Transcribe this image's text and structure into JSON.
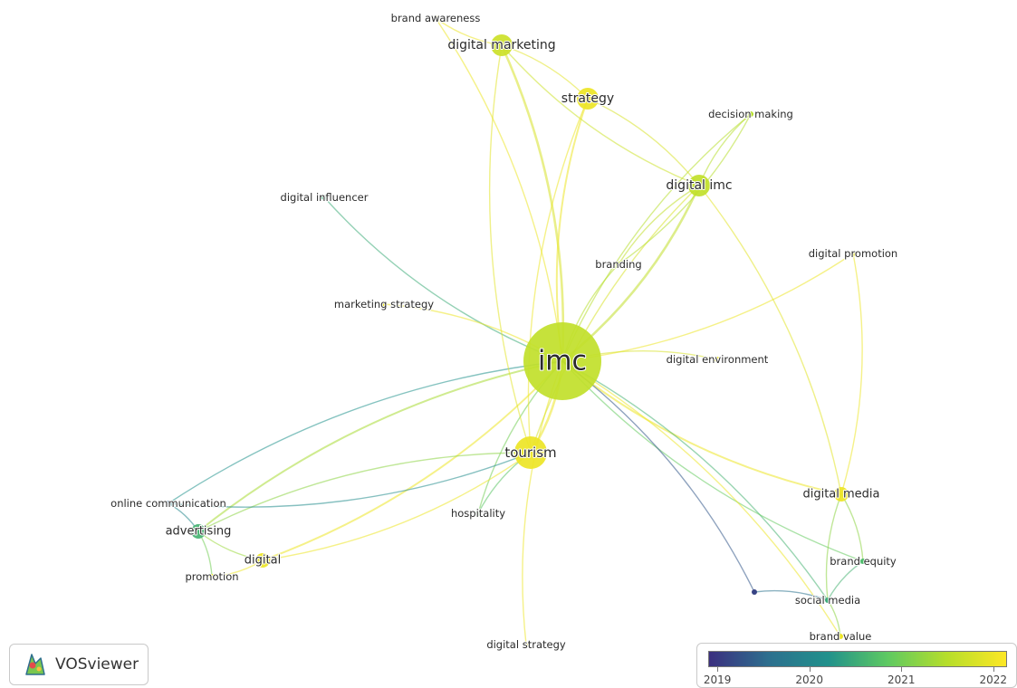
{
  "app": {
    "name": "VOSviewer",
    "logo_icon": "vosviewer-logo-icon"
  },
  "legend": {
    "colormap": [
      "#3b2f7f",
      "#2d6f8e",
      "#21918c",
      "#5ec962",
      "#b6de2b",
      "#fde725"
    ],
    "ticks": [
      {
        "label": "2019",
        "value": 2019
      },
      {
        "label": "2020",
        "value": 2020
      },
      {
        "label": "2021",
        "value": 2021
      },
      {
        "label": "2022",
        "value": 2022
      }
    ],
    "range": [
      2018.9,
      2022.15
    ]
  },
  "nodes": [
    {
      "id": "imc",
      "label": "imc",
      "year": 2021.6,
      "weight": 10,
      "label_side": "center"
    },
    {
      "id": "tourism",
      "label": "tourism",
      "year": 2022.0,
      "weight": 4,
      "label_side": "center"
    },
    {
      "id": "digital-marketing",
      "label": "digital marketing",
      "year": 2021.7,
      "weight": 3,
      "label_side": "center"
    },
    {
      "id": "strategy",
      "label": "strategy",
      "year": 2022.0,
      "weight": 3,
      "label_side": "center"
    },
    {
      "id": "digital-imc",
      "label": "digital imc",
      "year": 2021.6,
      "weight": 3,
      "label_side": "center"
    },
    {
      "id": "decision-making",
      "label": "decision making",
      "year": 2021.5,
      "weight": 1,
      "label_side": "center"
    },
    {
      "id": "brand-awareness",
      "label": "brand awareness",
      "year": 2022.0,
      "weight": 1,
      "label_side": "center"
    },
    {
      "id": "digital-influencer",
      "label": "digital influencer",
      "year": 2020.5,
      "weight": 1,
      "label_side": "center"
    },
    {
      "id": "digital-promotion",
      "label": "digital promotion",
      "year": 2022.0,
      "weight": 1,
      "label_side": "center"
    },
    {
      "id": "branding",
      "label": "branding",
      "year": 2021.5,
      "weight": 1,
      "label_side": "center"
    },
    {
      "id": "marketing-strategy",
      "label": "marketing strategy",
      "year": 2022.0,
      "weight": 1,
      "label_side": "center"
    },
    {
      "id": "digital-environment",
      "label": "digital environment",
      "year": 2022.0,
      "weight": 1,
      "label_side": "center"
    },
    {
      "id": "digital-media",
      "label": "digital media",
      "year": 2022.0,
      "weight": 2,
      "label_side": "center"
    },
    {
      "id": "online-communication",
      "label": "online communication",
      "year": 2019.4,
      "weight": 1,
      "label_side": "center"
    },
    {
      "id": "advertising",
      "label": "advertising",
      "year": 2020.6,
      "weight": 2,
      "label_side": "center"
    },
    {
      "id": "digital",
      "label": "digital",
      "year": 2022.0,
      "weight": 2,
      "label_side": "center"
    },
    {
      "id": "promotion",
      "label": "promotion",
      "year": 2022.0,
      "weight": 1,
      "label_side": "center"
    },
    {
      "id": "hospitality",
      "label": "hospitality",
      "year": 2020.8,
      "weight": 1,
      "label_side": "center"
    },
    {
      "id": "brand-equity",
      "label": "brand equity",
      "year": 2020.7,
      "weight": 1,
      "label_side": "center"
    },
    {
      "id": "social-media",
      "label": "social media",
      "year": 2020.5,
      "weight": 1,
      "label_side": "center"
    },
    {
      "id": "brand-value",
      "label": "brand value",
      "year": 2022.0,
      "weight": 1,
      "label_side": "center"
    },
    {
      "id": "digital-strategy",
      "label": "digital strategy",
      "year": 2022.0,
      "weight": 1,
      "label_side": "center"
    },
    {
      "id": "unlabeled-term",
      "label": "",
      "year": 2019.1,
      "weight": 1,
      "label_side": "center"
    }
  ],
  "links": [
    {
      "source": "imc",
      "target": "digital-marketing",
      "year": 2021.8,
      "strength": 3
    },
    {
      "source": "imc",
      "target": "strategy",
      "year": 2022.0,
      "strength": 2
    },
    {
      "source": "imc",
      "target": "digital-imc",
      "year": 2021.6,
      "strength": 3
    },
    {
      "source": "imc",
      "target": "decision-making",
      "year": 2021.5,
      "strength": 1
    },
    {
      "source": "imc",
      "target": "brand-awareness",
      "year": 2022.0,
      "strength": 1
    },
    {
      "source": "imc",
      "target": "digital-influencer",
      "year": 2020.5,
      "strength": 1
    },
    {
      "source": "imc",
      "target": "digital-promotion",
      "year": 2022.0,
      "strength": 1
    },
    {
      "source": "imc",
      "target": "branding",
      "year": 2021.5,
      "strength": 1
    },
    {
      "source": "imc",
      "target": "marketing-strategy",
      "year": 2022.0,
      "strength": 1
    },
    {
      "source": "imc",
      "target": "digital-environment",
      "year": 2021.8,
      "strength": 1
    },
    {
      "source": "imc",
      "target": "digital-media",
      "year": 2022.0,
      "strength": 2
    },
    {
      "source": "imc",
      "target": "tourism",
      "year": 2022.0,
      "strength": 3
    },
    {
      "source": "imc",
      "target": "advertising",
      "year": 2021.4,
      "strength": 2
    },
    {
      "source": "imc",
      "target": "digital",
      "year": 2022.0,
      "strength": 2
    },
    {
      "source": "imc",
      "target": "online-communication",
      "year": 2020.2,
      "strength": 1
    },
    {
      "source": "imc",
      "target": "social-media",
      "year": 2020.6,
      "strength": 1
    },
    {
      "source": "imc",
      "target": "brand-equity",
      "year": 2020.9,
      "strength": 1
    },
    {
      "source": "imc",
      "target": "brand-value",
      "year": 2022.0,
      "strength": 1
    },
    {
      "source": "imc",
      "target": "digital-strategy",
      "year": 2022.0,
      "strength": 1
    },
    {
      "source": "imc",
      "target": "unlabeled-term",
      "year": 2019.3,
      "strength": 1
    },
    {
      "source": "imc",
      "target": "hospitality",
      "year": 2021.0,
      "strength": 1
    },
    {
      "source": "digital-marketing",
      "target": "strategy",
      "year": 2021.9,
      "strength": 1
    },
    {
      "source": "digital-marketing",
      "target": "digital-imc",
      "year": 2021.7,
      "strength": 1
    },
    {
      "source": "digital-marketing",
      "target": "brand-awareness",
      "year": 2022.0,
      "strength": 1
    },
    {
      "source": "digital-marketing",
      "target": "tourism",
      "year": 2021.9,
      "strength": 1
    },
    {
      "source": "strategy",
      "target": "digital-imc",
      "year": 2021.8,
      "strength": 1
    },
    {
      "source": "strategy",
      "target": "tourism",
      "year": 2022.0,
      "strength": 1
    },
    {
      "source": "digital-imc",
      "target": "decision-making",
      "year": 2021.5,
      "strength": 1
    },
    {
      "source": "digital-imc",
      "target": "branding",
      "year": 2021.6,
      "strength": 1
    },
    {
      "source": "digital-imc",
      "target": "digital-media",
      "year": 2021.9,
      "strength": 1
    },
    {
      "source": "digital-imc",
      "target": "tourism",
      "year": 2021.8,
      "strength": 1
    },
    {
      "source": "decision-making",
      "target": "branding",
      "year": 2021.5,
      "strength": 1
    },
    {
      "source": "tourism",
      "target": "hospitality",
      "year": 2020.8,
      "strength": 1
    },
    {
      "source": "tourism",
      "target": "digital",
      "year": 2022.0,
      "strength": 1
    },
    {
      "source": "tourism",
      "target": "advertising",
      "year": 2021.2,
      "strength": 1
    },
    {
      "source": "tourism",
      "target": "online-communication",
      "year": 2020.1,
      "strength": 1
    },
    {
      "source": "advertising",
      "target": "digital",
      "year": 2021.3,
      "strength": 1
    },
    {
      "source": "advertising",
      "target": "promotion",
      "year": 2021.0,
      "strength": 1
    },
    {
      "source": "advertising",
      "target": "online-communication",
      "year": 2020.0,
      "strength": 1
    },
    {
      "source": "digital",
      "target": "promotion",
      "year": 2022.0,
      "strength": 1
    },
    {
      "source": "digital-media",
      "target": "social-media",
      "year": 2021.2,
      "strength": 1
    },
    {
      "source": "digital-media",
      "target": "brand-equity",
      "year": 2021.2,
      "strength": 1
    },
    {
      "source": "digital-media",
      "target": "digital-promotion",
      "year": 2022.0,
      "strength": 1
    },
    {
      "source": "social-media",
      "target": "brand-equity",
      "year": 2020.6,
      "strength": 1
    },
    {
      "source": "social-media",
      "target": "unlabeled-term",
      "year": 2019.6,
      "strength": 1
    },
    {
      "source": "social-media",
      "target": "brand-value",
      "year": 2021.2,
      "strength": 1
    }
  ]
}
